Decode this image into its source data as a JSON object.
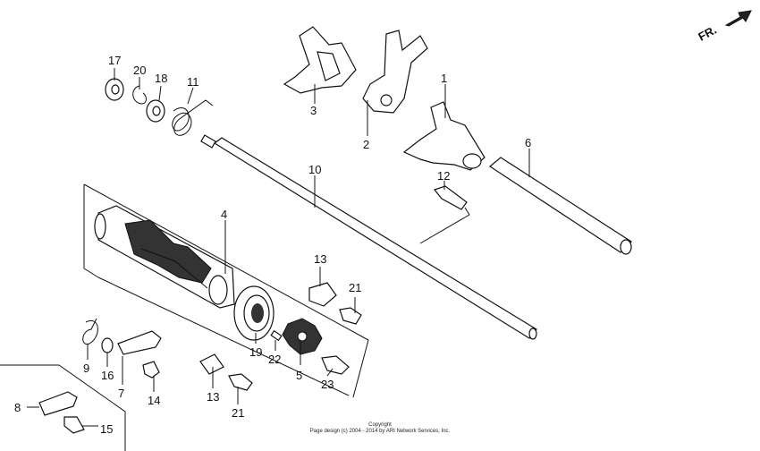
{
  "diagram": {
    "direction_label": "FR.",
    "copyright_line1": "Copyright",
    "copyright_line2": "Page design (c) 2004 - 2014 by ARI Network Services, Inc.",
    "callouts": [
      "1",
      "2",
      "3",
      "4",
      "5",
      "6",
      "7",
      "8",
      "9",
      "10",
      "11",
      "12",
      "13",
      "13",
      "14",
      "15",
      "16",
      "17",
      "18",
      "19",
      "20",
      "21",
      "21",
      "22",
      "23"
    ]
  }
}
